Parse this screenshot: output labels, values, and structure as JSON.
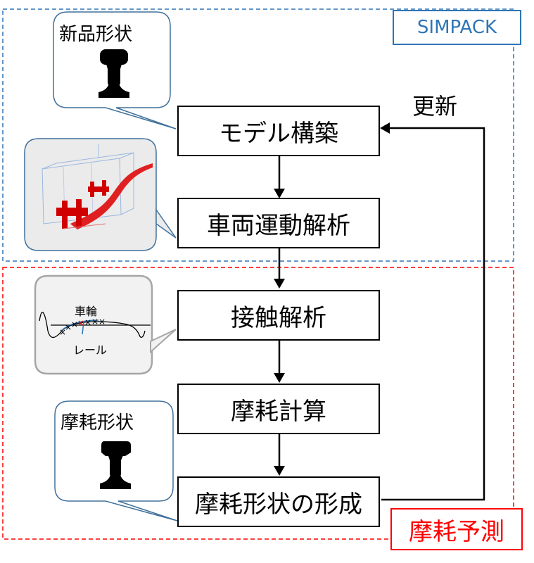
{
  "region_simpack": {
    "label": "SIMPACK",
    "color": "#2e75b6"
  },
  "region_wear": {
    "label": "摩耗予測",
    "color": "#ff0000"
  },
  "steps": {
    "model_build": "モデル構築",
    "vehicle_dynamics": "車両運動解析",
    "contact_analysis": "接触解析",
    "wear_calc": "摩耗計算",
    "profile_formation": "摩耗形状の形成"
  },
  "update_label": "更新",
  "callouts": {
    "new_profile": "新品形状",
    "worn_profile": "摩耗形状",
    "wheel": "車輪",
    "rail": "レール"
  }
}
